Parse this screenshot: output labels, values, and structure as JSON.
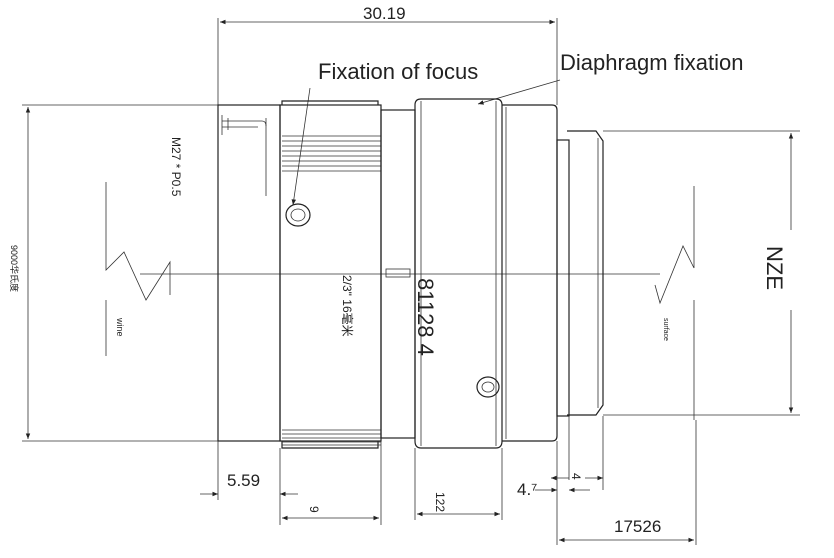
{
  "labels": {
    "dim_overall": "30.19",
    "fixation_focus": "Fixation of focus",
    "diaphragm_fixation": "Diaphragm fixation",
    "thread": "M27 * P0.5",
    "side_left": "9000华氏度",
    "center_text": "2/3\" 16毫米",
    "part_number": "81128 4",
    "brand": "NZE",
    "wine": "wine",
    "surface": "surface",
    "dim_5_59": "5.59",
    "dim_9": "9",
    "dim_122": "122",
    "dim_4_1": "4.⁷",
    "dim_4": "4",
    "dim_17526": "17526"
  }
}
